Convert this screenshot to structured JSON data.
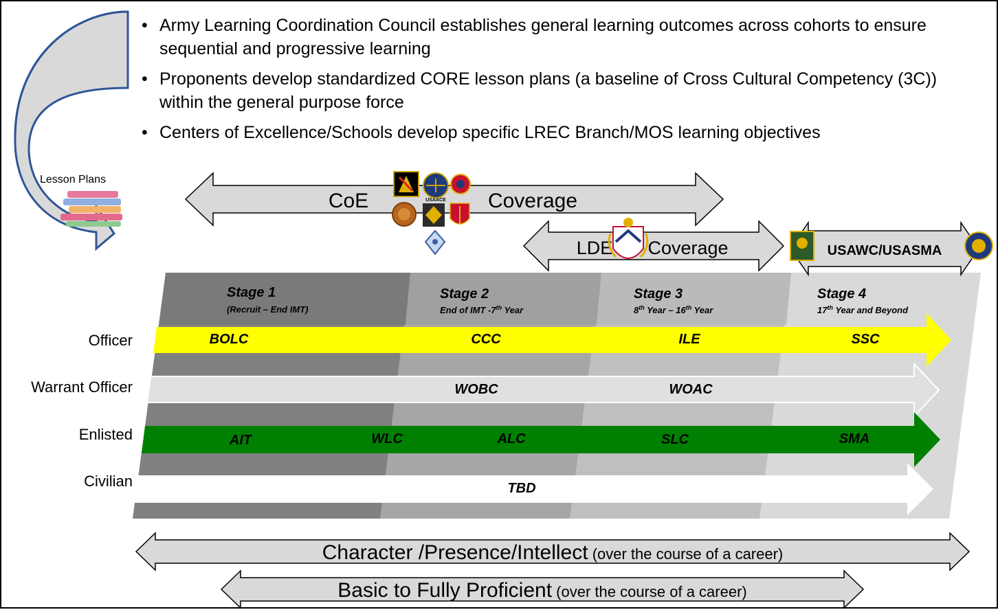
{
  "bullets": [
    "Army Learning Coordination Council establishes general learning outcomes across cohorts to ensure sequential and progressive learning",
    "Proponents develop standardized CORE lesson plans (a baseline of Cross Cultural Competency (3C)) within the general purpose force",
    "Centers of Excellence/Schools develop specific LREC Branch/MOS learning objectives"
  ],
  "bullet_symbol": "•",
  "lesson_plans_label": "Lesson Plans",
  "coverage_arrows": {
    "coe": {
      "left": "CoE",
      "right": "Coverage"
    },
    "lde": {
      "left": "LDE",
      "right": "Coverage"
    },
    "usawc": "USAWC/USASMA"
  },
  "stages": [
    {
      "title": "Stage 1",
      "sub": "(Recruit – End IMT)"
    },
    {
      "title": "Stage 2",
      "sub_main": "End of IMT -7",
      "sub_sup": "th",
      "sub_tail": " Year"
    },
    {
      "title": "Stage 3",
      "sub_pre": "8",
      "sub_sup1": "th",
      "sub_mid": " Year – 16",
      "sub_sup2": "th",
      "sub_tail": " Year"
    },
    {
      "title": "Stage 4",
      "sub_pre": "17",
      "sub_sup": "th",
      "sub_tail": " Year and Beyond"
    }
  ],
  "cohorts": {
    "officer": {
      "label": "Officer",
      "courses": [
        "BOLC",
        "CCC",
        "ILE",
        "SSC"
      ]
    },
    "warrant": {
      "label": "Warrant Officer",
      "courses": [
        "WOBC",
        "WOAC"
      ]
    },
    "enlisted": {
      "label": "Enlisted",
      "courses": [
        "AIT",
        "WLC",
        "ALC",
        "SLC",
        "SMA"
      ]
    },
    "civilian": {
      "label": "Civilian",
      "courses": [
        "TBD"
      ]
    }
  },
  "bottom_arrows": [
    {
      "main": "Character /Presence/Intellect",
      "paren": " (over the course of a career)"
    },
    {
      "main": "Basic to Fully Proficient",
      "paren": " (over the course of a career)"
    }
  ],
  "colors": {
    "officer": "#ffff00",
    "enlisted": "#008000",
    "warrant": "#e0e0e0",
    "civilian": "#ffffff",
    "stage1": "#808080",
    "stage2": "#a6a6a6",
    "stage3": "#bfbfbf",
    "stage4": "#d9d9d9",
    "arrow_fill": "#d9d9d9",
    "curved_arrow_fill": "#d9d9d9",
    "curved_arrow_stroke": "#2f5597"
  },
  "icons": [
    "books-icon",
    "branch-insignia-icon",
    "aviation-wings-icon",
    "seal-emblem-icon",
    "school-crest-icon",
    "military-crest-icon"
  ]
}
